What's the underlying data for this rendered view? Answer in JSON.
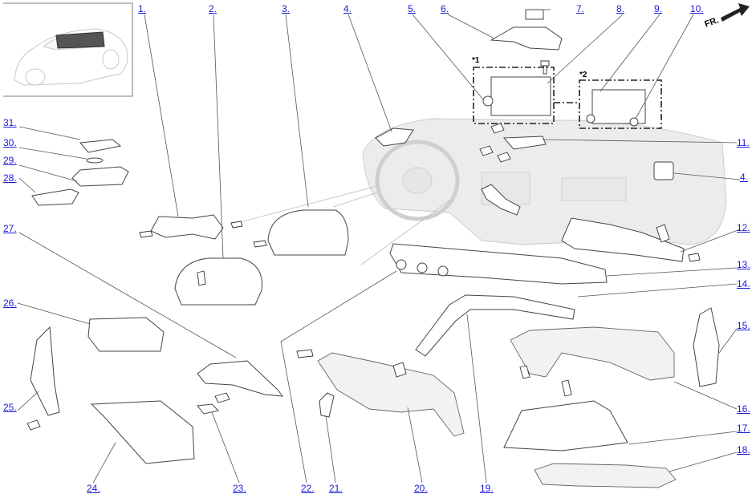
{
  "diagram": {
    "direction_label": "FR.",
    "notes": [
      "*1",
      "*2"
    ],
    "callouts": [
      "1.",
      "2.",
      "3.",
      "4.",
      "4.",
      "5.",
      "6.",
      "7.",
      "8.",
      "9.",
      "10.",
      "11.",
      "12.",
      "13.",
      "14.",
      "15.",
      "16.",
      "17.",
      "18.",
      "19.",
      "20.",
      "21.",
      "22.",
      "23.",
      "24.",
      "25.",
      "26.",
      "27.",
      "28.",
      "29.",
      "30.",
      "31."
    ]
  },
  "colors": {
    "link": "#1a1ad6",
    "line": "#444444",
    "ghost": "#cccccc"
  }
}
